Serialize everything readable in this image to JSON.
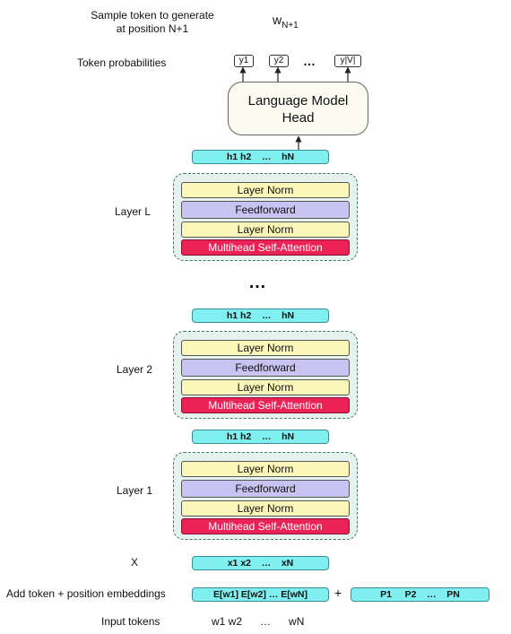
{
  "top": {
    "sample_line1": "Sample token to generate",
    "sample_line2": "at position N+1",
    "w_base": "w",
    "w_sub": "N+1",
    "token_prob_label": "Token probabilities",
    "y_tokens": [
      "y1",
      "y2",
      "y|V|"
    ],
    "y_ellipsis": "…"
  },
  "head": {
    "line1": "Language Model",
    "line2": "Head"
  },
  "h_bar_text": "h1 h2    …    hN",
  "layers": [
    {
      "label": "Layer  L"
    },
    {
      "label": "Layer 2"
    },
    {
      "label": "Layer 1"
    }
  ],
  "sublayers": {
    "norm": "Layer Norm",
    "ff": "Feedforward",
    "att": "Multihead Self-Attention"
  },
  "middle_ellipsis": "…",
  "input": {
    "x_label": "X",
    "x_bar": "x1 x2    …    xN",
    "embed_label": "Add token + position embeddings",
    "embed_bar": "E[w1] E[w2] … E[wN]",
    "plus": "+",
    "pos_bar": "P1     P2    …    PN",
    "tokens_label": "Input tokens",
    "tokens": "w1 w2      …      wN"
  },
  "colors": {
    "layer_norm": "#fbf7b8",
    "feedforward": "#c9c3f1",
    "attention": "#ea2256",
    "hidden_bar": "#7ff0ef",
    "layer_bg": "#e6f2ee"
  }
}
